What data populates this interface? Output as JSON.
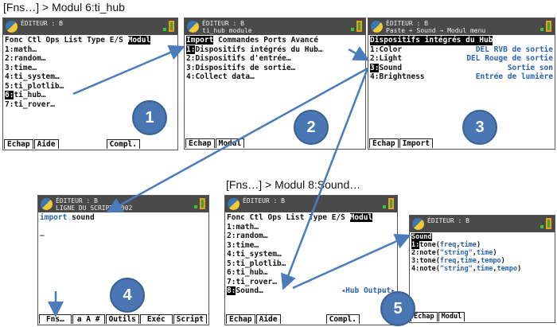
{
  "captions": [
    "[Fns…] > Modul 6:ti_hub",
    "[Fns…] > Modul 8:Sound…"
  ],
  "header_title": "ÉDITEUR : B",
  "screens": [
    {
      "subtitle": "",
      "menu": [
        "Fonc",
        "Ctl",
        "Ops",
        "List",
        "Type",
        "E/S",
        "Modul"
      ],
      "menu_active": 6,
      "items": [
        [
          "1:",
          "math…"
        ],
        [
          "2:",
          "random…"
        ],
        [
          "3:",
          "time…"
        ],
        [
          "4:",
          "ti_system…"
        ],
        [
          "5:",
          "ti_plotlib…"
        ],
        [
          "6:",
          "ti_hub…"
        ],
        [
          "7:",
          "ti_rover…"
        ]
      ],
      "selected": 5,
      "footer": [
        "Échap",
        "Aide",
        "",
        "Compl."
      ]
    },
    {
      "subtitle": "ti_hub module",
      "menu": [
        "Import",
        "Commandes",
        "Ports",
        "Avancé"
      ],
      "menu_active": 0,
      "items": [
        [
          "1:",
          "Dispositifs intégrés du Hub…"
        ],
        [
          "2:",
          "Dispositifs d'entrée…"
        ],
        [
          "3:",
          "Dispositifs de sortie…"
        ],
        [
          "4:",
          "Collect data…"
        ]
      ],
      "selected": 0,
      "footer": [
        "Échap",
        "Modul"
      ]
    },
    {
      "subtitle": "Paste + Sound → Modul menu",
      "title": "Dispositifs intégrés du Hub",
      "items": [
        [
          "1:",
          "Color",
          "DEL RVB de sortie"
        ],
        [
          "2:",
          "Light",
          "DEL Rouge de sortie"
        ],
        [
          "3:",
          "Sound",
          "Sortie son"
        ],
        [
          "4:",
          "Brightness",
          "Entrée de lumière"
        ]
      ],
      "selected": 2,
      "footer": [
        "Échap",
        "Import"
      ]
    },
    {
      "subtitle": "LIGNE DU SCRIPT 0002",
      "code": {
        "keyword": "import",
        "module": "sound",
        "cursor": "_"
      },
      "footer": [
        "Fns…",
        "a A #",
        "Outils",
        "Exéc",
        "Script"
      ]
    },
    {
      "subtitle": "",
      "menu": [
        "Fonc",
        "Ctl",
        "Ops",
        "List",
        "Type",
        "E/S",
        "Modul"
      ],
      "menu_active": 6,
      "items": [
        [
          "1:",
          "math…"
        ],
        [
          "2:",
          "random…"
        ],
        [
          "3:",
          "time…"
        ],
        [
          "4:",
          "ti_system…"
        ],
        [
          "5:",
          "ti_plotlib…"
        ],
        [
          "6:",
          "ti_hub…"
        ],
        [
          "7:",
          "ti_rover…"
        ],
        [
          "8:",
          "Sound…"
        ]
      ],
      "selected": 7,
      "hint": "◂Hub Output▸",
      "footer": [
        "Échap",
        "Aide",
        "",
        "Compl."
      ]
    },
    {
      "subtitle": "",
      "title": "Sound",
      "funcs": [
        [
          "1:",
          "tone(",
          "freq",
          "time",
          ""
        ],
        [
          "2:",
          "note(",
          "\"string\"",
          "time",
          ""
        ],
        [
          "3:",
          "tone(",
          "freq",
          "time",
          "tempo"
        ],
        [
          "4:",
          "note(",
          "\"string\"",
          "time",
          "tempo"
        ]
      ],
      "selected": 0,
      "footer": [
        "Échap",
        "Modul"
      ]
    }
  ],
  "steps": [
    "1",
    "2",
    "3",
    "4",
    "5"
  ],
  "colors": {
    "accent": "#4a76b3",
    "arrow": "#4a7bbd",
    "header": "#4a4a4a"
  }
}
